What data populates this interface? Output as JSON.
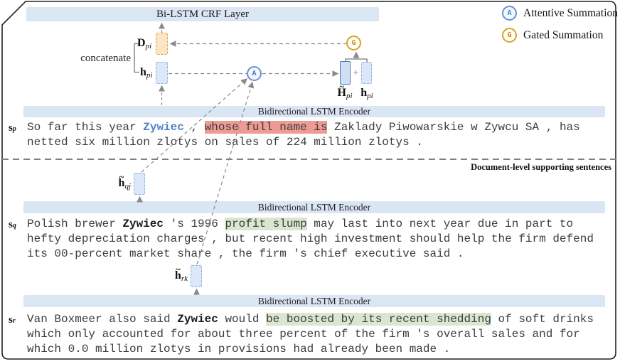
{
  "layers": {
    "crf": "Bi-LSTM CRF Layer",
    "encoder": "Bidirectional LSTM Encoder"
  },
  "legend": {
    "attentive": {
      "symbol": "A",
      "label": "Attentive Summation"
    },
    "gated": {
      "symbol": "G",
      "label": "Gated Summation"
    }
  },
  "nodes": {
    "concatenate_label": "concatenate",
    "plus": "+",
    "a": {
      "symbol": "A"
    },
    "g": {
      "symbol": "G"
    },
    "d_pi": {
      "base": "D",
      "sub": "pi"
    },
    "h_pi": {
      "base": "h",
      "sub": "pi"
    },
    "h_tilde_pi": {
      "base": "H",
      "tilde": "~",
      "sub": "pi"
    },
    "h_pi_right": {
      "base": "h",
      "sub": "pi"
    },
    "h_tilde_qj": {
      "base": "h",
      "tilde": "~",
      "sub": "qj"
    },
    "h_tilde_rk": {
      "base": "h",
      "tilde": "~",
      "sub": "rk"
    }
  },
  "divider": {
    "label": "Document-level supporting sentences"
  },
  "colors": {
    "bar_fill": "#dbe6f5",
    "blue_box": "#dce8fa",
    "orange_box": "#fbe5c7",
    "red_highlight": "#ee9a95",
    "green_highlight": "#d9e7d0",
    "entity_blue": "#4f83c4",
    "attentive_blue": "#6a93cc",
    "gated_gold": "#d8a428"
  },
  "sentences": [
    {
      "tag_base": "s",
      "tag_sub": "p",
      "segments": [
        {
          "text": "So far this year ",
          "style": "plain"
        },
        {
          "text": "Zywiec",
          "style": "entity"
        },
        {
          "text": " , ",
          "style": "plain"
        },
        {
          "text": "whose full name is",
          "style": "red"
        },
        {
          "text": " Zaklady Piwowarskie w Zywcu SA , has netted six million zlotys on sales of 224 million zlotys .",
          "style": "plain"
        }
      ]
    },
    {
      "tag_base": "s",
      "tag_sub": "q",
      "segments": [
        {
          "text": "Polish brewer ",
          "style": "plain"
        },
        {
          "text": "Zywiec",
          "style": "entity-bold"
        },
        {
          "text": " 's 1996 ",
          "style": "plain"
        },
        {
          "text": "profit slump",
          "style": "green"
        },
        {
          "text": " may last into next year due in part to hefty depreciation charges , but recent high investment should help the firm defend its 00-percent market share , the firm 's chief executive said .",
          "style": "plain"
        }
      ]
    },
    {
      "tag_base": "s",
      "tag_sub": "r",
      "segments": [
        {
          "text": "Van Boxmeer also said ",
          "style": "plain"
        },
        {
          "text": "Zywiec",
          "style": "entity-bold"
        },
        {
          "text": " would ",
          "style": "plain"
        },
        {
          "text": "be boosted by its recent shedding",
          "style": "green"
        },
        {
          "text": " of soft drinks which only accounted for about three percent of the firm 's overall sales and for which 0.0 million zlotys in provisions had already been made .",
          "style": "plain"
        }
      ]
    }
  ]
}
